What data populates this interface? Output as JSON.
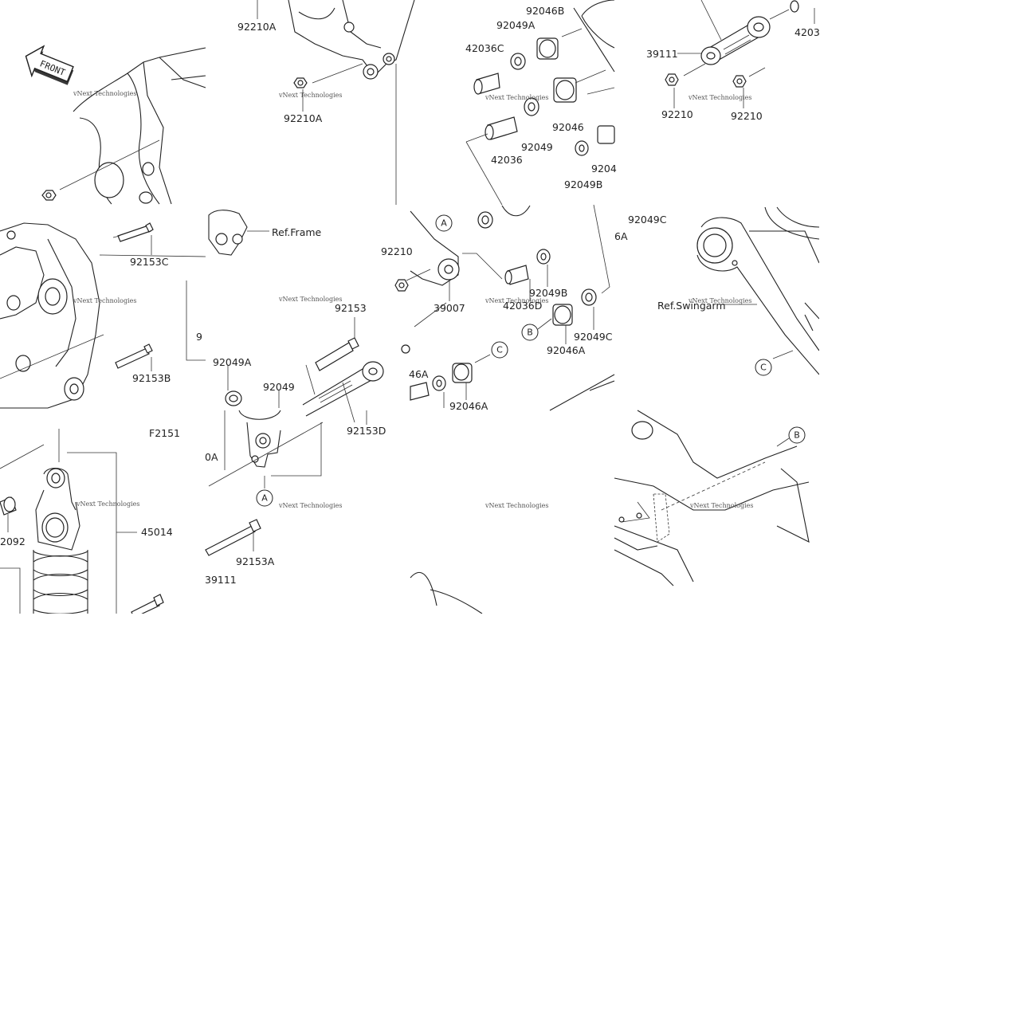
{
  "figure_code": "F2151",
  "front_arrow": "FRONT",
  "watermark": "vNext Technologies",
  "refs": {
    "frame": "Ref.Frame",
    "swingarm": "Ref.Swingarm"
  },
  "callouts": {
    "a": "A",
    "b": "B",
    "c": "C"
  },
  "parts": {
    "p92210A_top": "92210A",
    "p92210A_mid": "92210A",
    "p92046B": "92046B",
    "p92049A_top": "92049A",
    "p42036C": "42036C",
    "p92046_top": "92046",
    "p92049_top": "92049",
    "p42036": "42036",
    "p9204_frag": "9204",
    "p92049B_top": "92049B",
    "p39111_top": "39111",
    "p4203_frag": "4203",
    "p92210_left": "92210",
    "p92210_right": "92210",
    "p92049C_top": "92049C",
    "p6A_frag": "6A",
    "p92153C": "92153C",
    "p92153B": "92153B",
    "p9_frag": "9",
    "p92210_mid": "92210",
    "p39007": "39007",
    "p92049B_mid": "92049B",
    "p42036D": "42036D",
    "p92049C_mid": "92049C",
    "p92046A_mid": "92046A",
    "p92153": "92153",
    "p92049A_mid": "92049A",
    "p92049_mid": "92049",
    "p46A_frag": "46A",
    "p92153D": "92153D",
    "p92046A_low": "92046A",
    "p0A_frag": "0A",
    "p92092_frag": "2092",
    "p45014": "45014",
    "p92153A": "92153A",
    "p39111_low": "39111"
  }
}
